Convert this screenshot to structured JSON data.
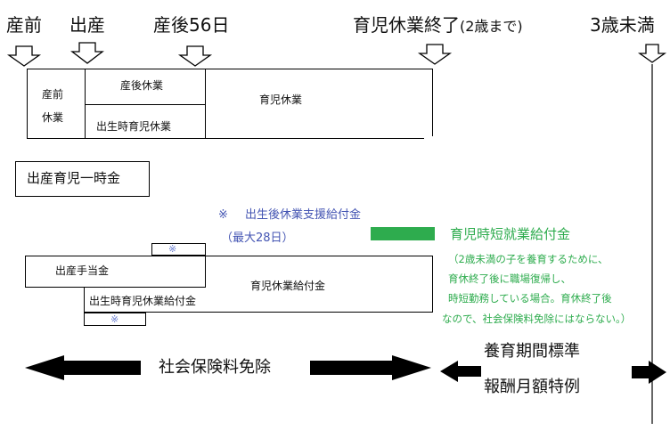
{
  "timeline": {
    "prebirth": "産前",
    "birth": "出産",
    "postpartum56": "産後56日",
    "childcare_end_main": "育児休業終了",
    "childcare_end_note": "(2歳まで)",
    "age3": "3歳未満"
  },
  "leave": {
    "prenatal_line1": "産前",
    "prenatal_line2": "休業",
    "postpartum_leave": "産後休業",
    "birth_childcare_leave": "出生時育児休業",
    "childcare_leave": "育児休業"
  },
  "lump_sum": "出産育児一時金",
  "support_benefit": {
    "mark": "※",
    "title": "出生後休業支援給付金",
    "note": "（最大28日）"
  },
  "benefits": {
    "maternity_allowance": "出産手当金",
    "childcare_benefit": "育児休業給付金",
    "birth_childcare_benefit": "出生時育児休業給付金",
    "mark_top": "※",
    "mark_bottom": "※"
  },
  "short_work": {
    "title": "育児時短就業給付金",
    "note_lines": [
      "（2歳未満の子を養育するために、",
      "育休終了後に職場復帰し、",
      "時短勤務している場合。育休終了後",
      "なので、社会保険料免除にはならない。）"
    ]
  },
  "insurance": {
    "exemption": "社会保険料免除",
    "special_line1": "養育期間標準",
    "special_line2": "報酬月額特例"
  },
  "colors": {
    "green": "#2eac4e",
    "blue_text": "#4455b3",
    "arrow": "#000000"
  },
  "icons": {
    "down_arrow": "down-arrow-icon",
    "double_arrow": "double-arrow-icon",
    "right_arrow": "right-arrow-icon"
  }
}
